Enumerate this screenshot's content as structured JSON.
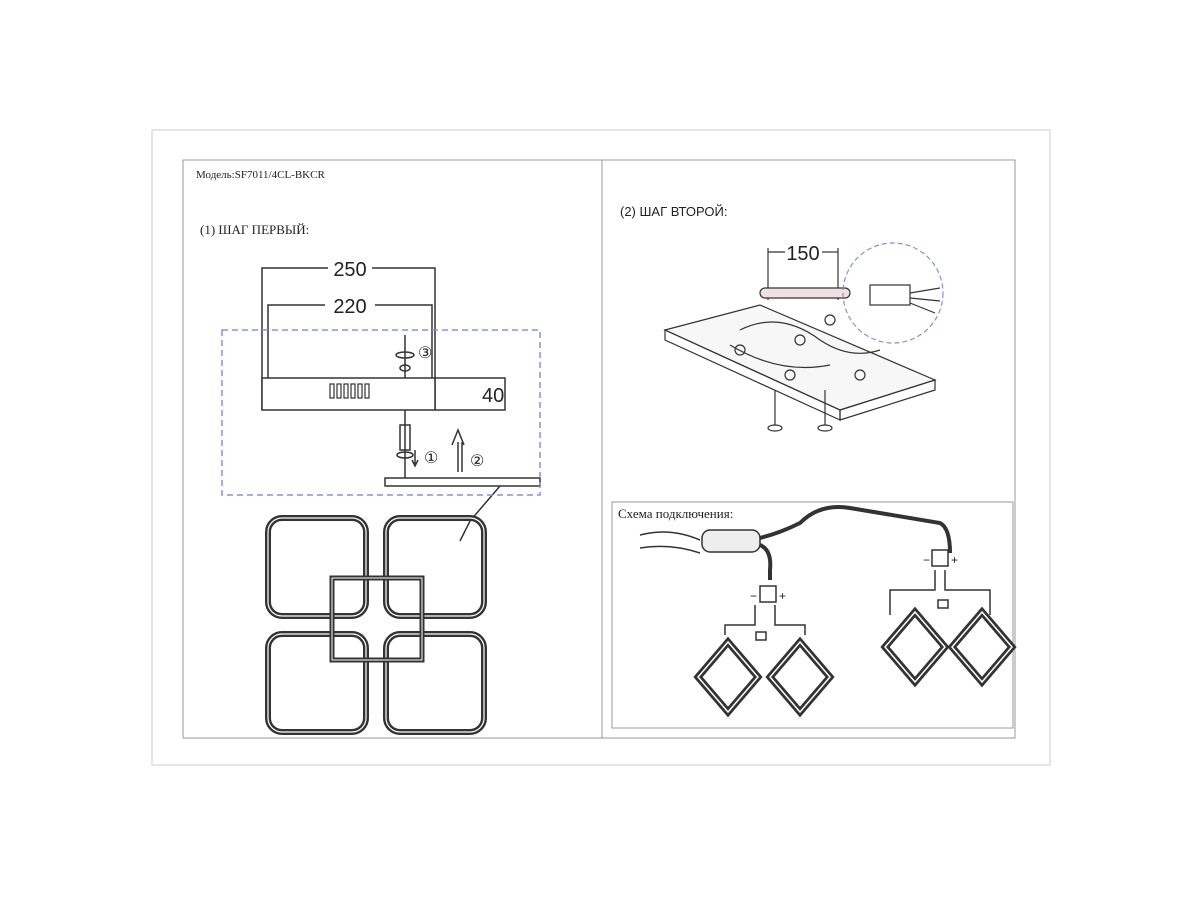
{
  "model_label": "Модель:SF7011/4CL-BKCR",
  "step1": {
    "title": "(1)  ШАГ ПЕРВЫЙ:",
    "dim_outer": "250",
    "dim_inner": "220",
    "dim_height": "40",
    "callout_3": "③",
    "callout_1": "①",
    "callout_2": "②"
  },
  "step2": {
    "title": "(2)  ШАГ ВТОРОЙ:",
    "dim_spacing": "150"
  },
  "wiring": {
    "title": "Схема подключения:",
    "minus": "−",
    "plus": "+"
  },
  "colors": {
    "line": "#333333",
    "dashed": "#8a8fd8",
    "frame": "#bbbbbb"
  }
}
